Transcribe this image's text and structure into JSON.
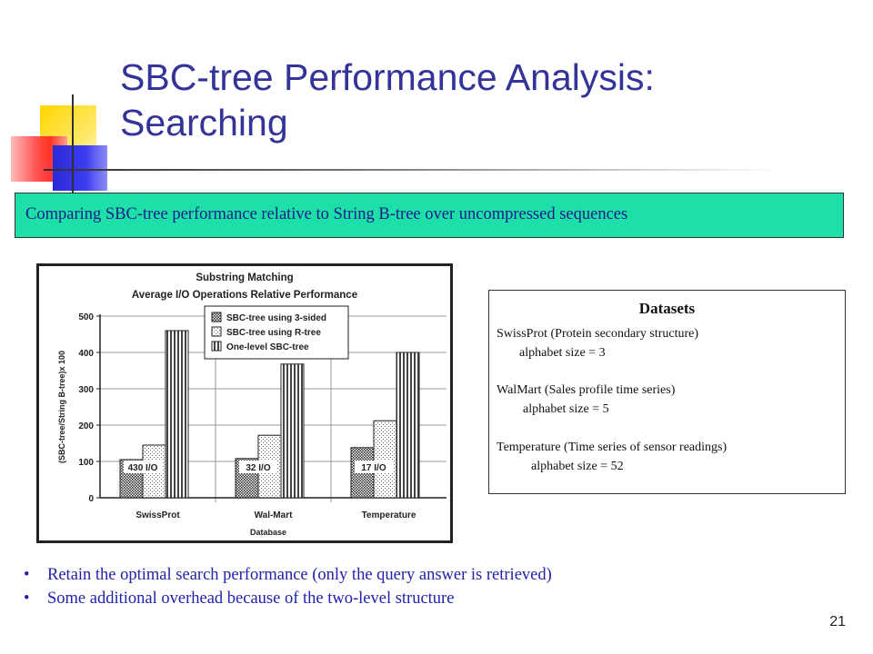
{
  "slide": {
    "title_line1": "SBC-tree Performance Analysis:",
    "title_line2": "Searching",
    "subtitle": "Comparing SBC-tree performance relative to String B-tree over uncompressed sequences",
    "page_number": "21",
    "colors": {
      "title": "#333399",
      "banner": "#1de0a8",
      "bullet_text": "#2222aa",
      "deco_yellow": "#ffd400",
      "deco_red": "#ff3030",
      "deco_blue": "#3333dd"
    }
  },
  "datasets": {
    "heading": "Datasets",
    "lines": [
      "SwissProt (Protein secondary structure)",
      "alphabet size = 3",
      "WalMart (Sales profile time series)",
      "alphabet size = 5",
      "Temperature (Time series of sensor readings)",
      "alphabet size = 52"
    ]
  },
  "bullets": [
    "Retain the optimal search performance (only the query answer is retrieved)",
    "Some additional overhead because of the two-level structure"
  ],
  "chart_data": {
    "type": "bar",
    "title": "Substring Matching",
    "subtitle": "Average I/O Operations Relative Performance",
    "xlabel": "Database",
    "ylabel": "(SBC-tree/String B-tree)x 100",
    "categories": [
      "SwissProt",
      "Wal-Mart",
      "Temperature"
    ],
    "series": [
      {
        "name": "SBC-tree using 3-sided",
        "values": [
          105,
          108,
          138
        ],
        "pattern": "dense-dots"
      },
      {
        "name": "SBC-tree using R-tree",
        "values": [
          145,
          172,
          212
        ],
        "pattern": "light-dots"
      },
      {
        "name": "One-level SBC-tree",
        "values": [
          460,
          368,
          400
        ],
        "pattern": "vertical-stripes"
      }
    ],
    "annotations": [
      "430 I/O",
      "32 I/O",
      "17 I/O"
    ],
    "ylim": [
      0,
      500
    ],
    "yticks": [
      "0",
      "100",
      "200",
      "300",
      "400",
      "500"
    ],
    "grid": true,
    "legend_position": "top-center"
  }
}
